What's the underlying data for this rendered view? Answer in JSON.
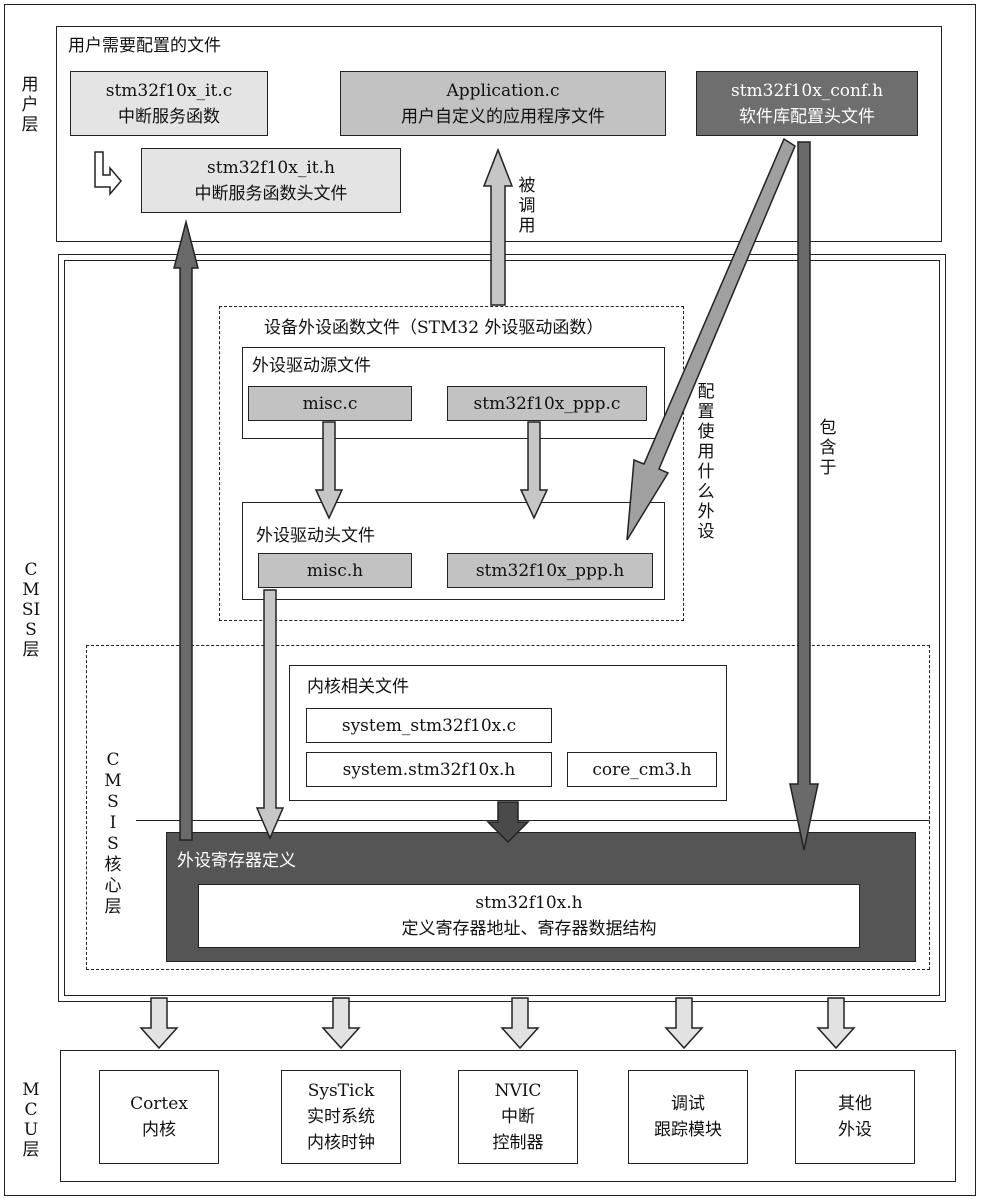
{
  "layers": {
    "user": "用户层",
    "cmsis": "CMSIS 层",
    "cmsis_core": "CMSIS 核心层",
    "mcu": "MCU 层"
  },
  "user_layer": {
    "title": "用户需要配置的文件",
    "it_c": {
      "line1": "stm32f10x_it.c",
      "line2": "中断服务函数"
    },
    "app_c": {
      "line1": "Application.c",
      "line2": "用户自定义的应用程序文件"
    },
    "conf_h": {
      "line1": "stm32f10x_conf.h",
      "line2": "软件库配置头文件"
    },
    "it_h": {
      "line1": "stm32f10x_it.h",
      "line2": "中断服务函数头文件"
    }
  },
  "labels": {
    "called": "被调用",
    "config_peripheral": "配置使用什么外设",
    "includes": "包含于"
  },
  "peripheral_funcs": {
    "title": "设备外设函数文件（STM32 外设驱动函数）",
    "src": {
      "title": "外设驱动源文件",
      "misc_c": "misc.c",
      "ppp_c": "stm32f10x_ppp.c"
    },
    "hdr": {
      "title": "外设驱动头文件",
      "misc_h": "misc.h",
      "ppp_h": "stm32f10x_ppp.h"
    }
  },
  "core_files": {
    "title": "内核相关文件",
    "system_c": "system_stm32f10x.c",
    "system_h": "system.stm32f10x.h",
    "core_cm3": "core_cm3.h"
  },
  "register_def": {
    "title": "外设寄存器定义",
    "file": "stm32f10x.h",
    "desc": "定义寄存器地址、寄存器数据结构"
  },
  "mcu_modules": [
    {
      "lines": [
        "Cortex",
        "内核"
      ]
    },
    {
      "lines": [
        "SysTick",
        "实时系统",
        "内核时钟"
      ]
    },
    {
      "lines": [
        "NVIC",
        "中断",
        "控制器"
      ]
    },
    {
      "lines": [
        "调试",
        "跟踪模块"
      ]
    },
    {
      "lines": [
        "其他",
        "外设"
      ]
    }
  ],
  "colors": {
    "light_box": "#e4e4e4",
    "mid_box": "#c2c2c2",
    "dark_box": "#6e6e6e",
    "register_frame": "#555555"
  }
}
